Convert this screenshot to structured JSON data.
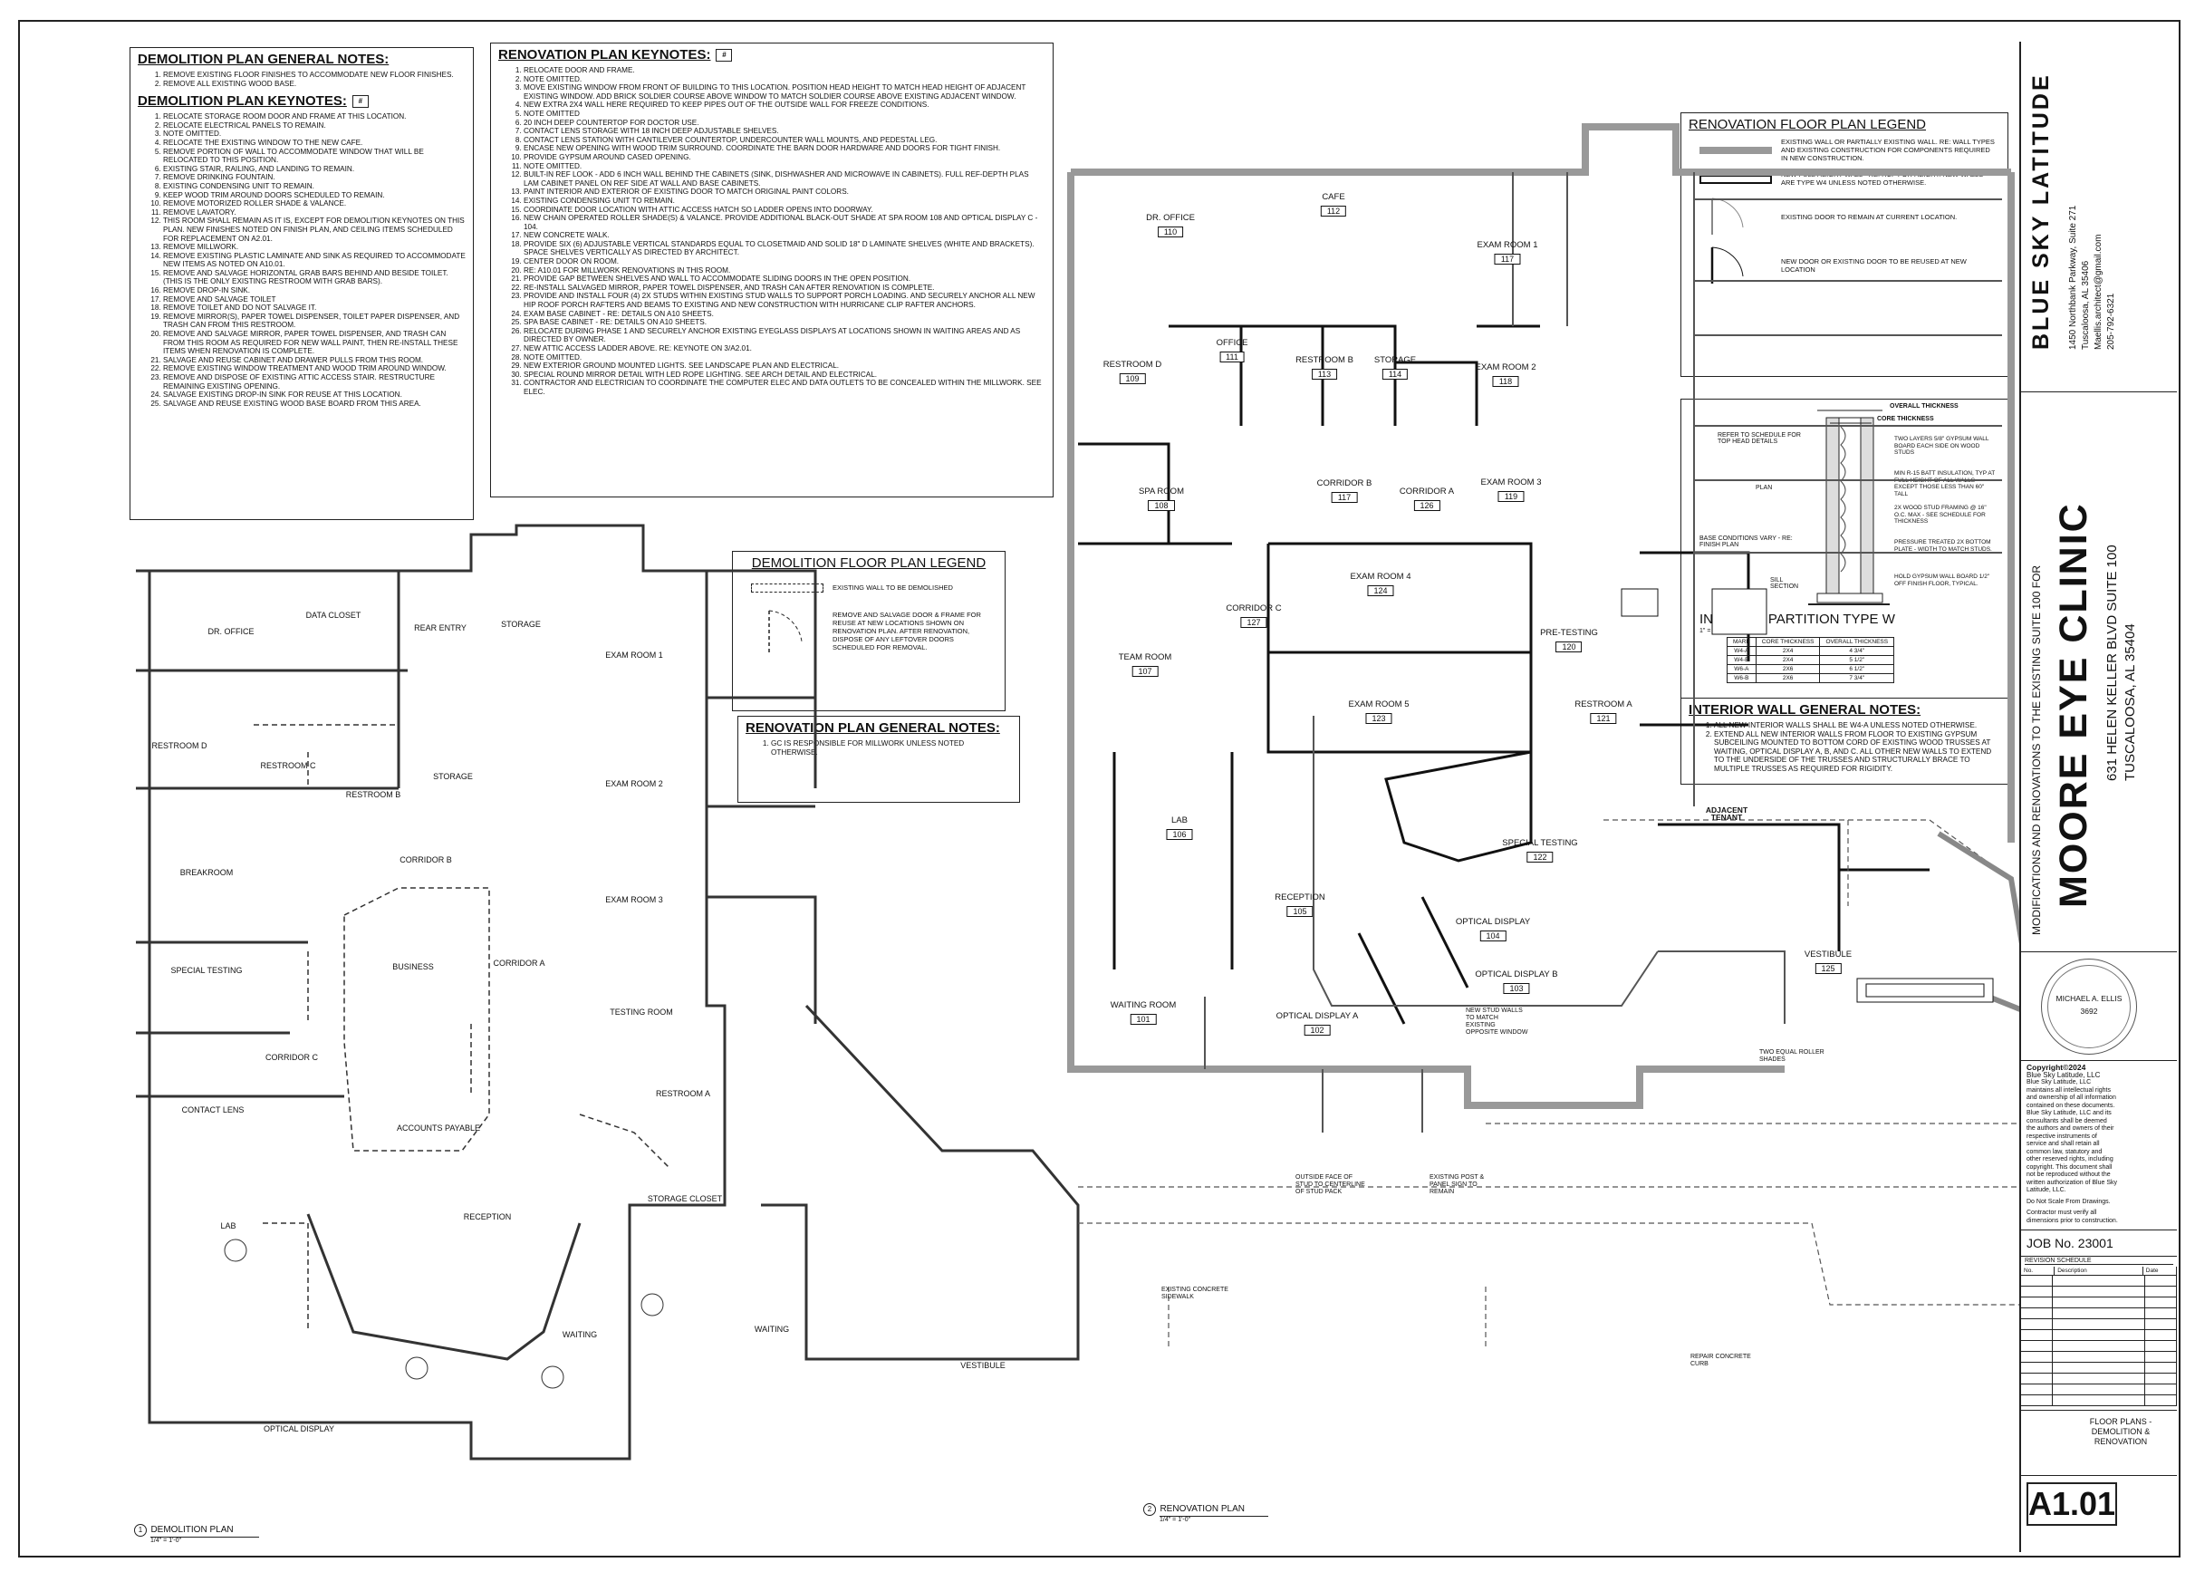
{
  "demolition_general_notes": {
    "title": "DEMOLITION PLAN GENERAL NOTES:",
    "items": [
      "REMOVE EXISTING FLOOR FINISHES TO ACCOMMODATE NEW FLOOR FINISHES.",
      "REMOVE ALL EXISTING WOOD BASE."
    ]
  },
  "demolition_keynotes": {
    "title": "DEMOLITION PLAN KEYNOTES:",
    "tag": "#",
    "items": [
      "RELOCATE STORAGE ROOM DOOR AND FRAME AT THIS LOCATION.",
      "RELOCATE ELECTRICAL PANELS TO REMAIN.",
      "NOTE OMITTED.",
      "RELOCATE THE EXISTING WINDOW TO THE NEW CAFE.",
      "REMOVE PORTION OF WALL TO ACCOMMODATE WINDOW THAT WILL BE RELOCATED TO THIS POSITION.",
      "EXISTING STAIR, RAILING, AND LANDING TO REMAIN.",
      "REMOVE DRINKING FOUNTAIN.",
      "EXISTING CONDENSING UNIT TO REMAIN.",
      "KEEP WOOD TRIM AROUND DOORS SCHEDULED TO REMAIN.",
      "REMOVE MOTORIZED ROLLER SHADE & VALANCE.",
      "REMOVE LAVATORY.",
      "THIS ROOM SHALL REMAIN AS IT IS, EXCEPT FOR DEMOLITION KEYNOTES ON THIS PLAN. NEW FINISHES NOTED ON FINISH PLAN, AND CEILING ITEMS SCHEDULED FOR REPLACEMENT ON A2.01.",
      "REMOVE MILLWORK.",
      "REMOVE EXISTING PLASTIC LAMINATE AND SINK AS REQUIRED TO ACCOMMODATE NEW ITEMS AS NOTED ON A10.01.",
      "REMOVE AND SALVAGE HORIZONTAL GRAB BARS BEHIND AND BESIDE TOILET. (THIS IS THE ONLY EXISTING RESTROOM WITH GRAB BARS).",
      "REMOVE DROP-IN SINK.",
      "REMOVE AND SALVAGE TOILET",
      "REMOVE TOILET AND DO NOT SALVAGE IT.",
      "REMOVE MIRROR(S), PAPER TOWEL DISPENSER, TOILET PAPER DISPENSER, AND TRASH CAN FROM THIS RESTROOM.",
      "REMOVE AND SALVAGE MIRROR, PAPER TOWEL DISPENSER, AND TRASH CAN FROM THIS ROOM AS REQUIRED FOR NEW WALL PAINT, THEN RE-INSTALL THESE ITEMS WHEN RENOVATION IS COMPLETE.",
      "SALVAGE AND REUSE CABINET AND DRAWER PULLS FROM THIS ROOM.",
      "REMOVE EXISTING WINDOW TREATMENT AND WOOD TRIM AROUND WINDOW.",
      "REMOVE AND DISPOSE OF EXISTING ATTIC ACCESS STAIR. RESTRUCTURE REMAINING EXISTING OPENING.",
      "SALVAGE EXISTING DROP-IN SINK FOR REUSE AT THIS LOCATION.",
      "SALVAGE AND REUSE EXISTING WOOD BASE BOARD FROM THIS AREA."
    ]
  },
  "renovation_keynotes": {
    "title": "RENOVATION PLAN KEYNOTES:",
    "tag": "#",
    "items": [
      "RELOCATE DOOR AND FRAME.",
      "NOTE OMITTED.",
      "MOVE EXISTING WINDOW FROM FRONT OF BUILDING TO THIS LOCATION. POSITION HEAD HEIGHT TO MATCH HEAD HEIGHT OF ADJACENT EXISTING WINDOW. ADD BRICK SOLDIER COURSE ABOVE WINDOW TO MATCH SOLDIER COURSE ABOVE EXISTING ADJACENT WINDOW.",
      "NEW EXTRA 2X4 WALL HERE REQUIRED TO KEEP PIPES OUT OF THE OUTSIDE WALL FOR FREEZE CONDITIONS.",
      "NOTE OMITTED",
      "20 INCH DEEP COUNTERTOP FOR DOCTOR USE.",
      "CONTACT LENS STORAGE WITH 18 INCH DEEP ADJUSTABLE SHELVES.",
      "CONTACT LENS STATION WITH CANTILEVER COUNTERTOP, UNDERCOUNTER WALL MOUNTS, AND PEDESTAL LEG.",
      "ENCASE NEW OPENING WITH WOOD TRIM SURROUND. COORDINATE THE BARN DOOR HARDWARE AND DOORS FOR TIGHT FINISH.",
      "PROVIDE GYPSUM AROUND CASED OPENING.",
      "NOTE OMITTED.",
      "BUILT-IN REF LOOK - ADD 6 INCH WALL BEHIND THE CABINETS (SINK, DISHWASHER AND MICROWAVE IN CABINETS). FULL REF-DEPTH PLAS LAM CABINET PANEL ON REF SIDE AT WALL AND BASE CABINETS.",
      "PAINT INTERIOR AND EXTERIOR OF EXISTING DOOR TO MATCH ORIGINAL PAINT COLORS.",
      "EXISTING CONDENSING UNIT TO REMAIN.",
      "COORDINATE DOOR LOCATION WITH ATTIC ACCESS HATCH SO LADDER OPENS INTO DOORWAY.",
      "NEW CHAIN OPERATED ROLLER SHADE(S) & VALANCE. PROVIDE ADDITIONAL BLACK-OUT SHADE AT SPA ROOM 108 AND OPTICAL DISPLAY C - 104.",
      "NEW CONCRETE WALK.",
      "PROVIDE SIX (6) ADJUSTABLE VERTICAL STANDARDS EQUAL TO CLOSETMAID AND SOLID 18\" D LAMINATE SHELVES (WHITE AND BRACKETS). SPACE SHELVES VERTICALLY AS DIRECTED BY ARCHITECT.",
      "CENTER DOOR ON ROOM.",
      "RE: A10.01 FOR MILLWORK RENOVATIONS IN THIS ROOM.",
      "PROVIDE GAP BETWEEN SHELVES AND WALL TO ACCOMMODATE SLIDING DOORS IN THE OPEN POSITION.",
      "RE-INSTALL SALVAGED MIRROR, PAPER TOWEL DISPENSER, AND TRASH CAN AFTER RENOVATION IS COMPLETE.",
      "PROVIDE AND INSTALL FOUR (4) 2X STUDS WITHIN EXISTING STUD WALLS TO SUPPORT PORCH LOADING. AND SECURELY ANCHOR ALL NEW HIP ROOF PORCH RAFTERS AND BEAMS TO EXISTING AND NEW CONSTRUCTION WITH HURRICANE CLIP RAFTER ANCHORS.",
      "EXAM BASE CABINET - RE: DETAILS ON A10 SHEETS.",
      "SPA BASE CABINET - RE: DETAILS ON A10 SHEETS.",
      "RELOCATE DURING PHASE 1 AND SECURELY ANCHOR EXISTING EYEGLASS DISPLAYS AT LOCATIONS SHOWN IN WAITING AREAS AND AS DIRECTED BY OWNER.",
      "NEW ATTIC ACCESS LADDER ABOVE. RE: KEYNOTE ON 3/A2.01.",
      "NOTE OMITTED.",
      "NEW EXTERIOR GROUND MOUNTED LIGHTS. SEE LANDSCAPE PLAN AND ELECTRICAL.",
      "SPECIAL ROUND MIRROR DETAIL WITH LED ROPE LIGHTING. SEE ARCH DETAIL AND ELECTRICAL.",
      "CONTRACTOR AND ELECTRICIAN TO COORDINATE THE COMPUTER ELEC AND DATA OUTLETS TO BE CONCEALED WITHIN THE MILLWORK. SEE ELEC."
    ]
  },
  "demolition_legend": {
    "title": "DEMOLITION FLOOR PLAN LEGEND",
    "rows": [
      "EXISTING WALL TO BE DEMOLISHED",
      "REMOVE AND SALVAGE DOOR & FRAME FOR REUSE AT NEW LOCATIONS SHOWN ON RENOVATION PLAN. AFTER RENOVATION, DISPOSE OF ANY LEFTOVER DOORS SCHEDULED FOR REMOVAL."
    ]
  },
  "renovation_general_notes": {
    "title": "RENOVATION PLAN GENERAL NOTES:",
    "items": [
      "GC IS RESPONSIBLE FOR MILLWORK UNLESS NOTED OTHERWISE."
    ]
  },
  "renovation_legend": {
    "title": "RENOVATION FLOOR PLAN LEGEND",
    "rows": [
      "EXISTING WALL OR PARTIALLY EXISTING WALL. RE: WALL TYPES AND EXISTING CONSTRUCTION FOR COMPONENTS REQUIRED IN NEW CONSTRUCTION.",
      "NEW FULL HEIGHT WALL - RE: RCP FOR HEIGHT. NEW WALLS ARE TYPE W4 UNLESS NOTED OTHERWISE.",
      "EXISTING DOOR TO REMAIN AT CURRENT LOCATION.",
      "NEW DOOR OR EXISTING DOOR TO BE REUSED AT NEW LOCATION"
    ]
  },
  "partition": {
    "title": "INTERIOR PARTITION TYPE W",
    "scale": "1\" = 1'-0\"",
    "labels_left": [
      "REFER TO SCHEDULE FOR TOP HEAD DETAILS",
      "PLAN",
      "BASE CONDITIONS VARY - RE: FINISH PLAN",
      "SILL SECTION"
    ],
    "labels_top": [
      "OVERALL THICKNESS",
      "CORE THICKNESS"
    ],
    "labels_right": [
      "TWO LAYERS 5/8\" GYPSUM WALL BOARD EACH SIDE ON WOOD STUDS",
      "MIN R-15 BATT INSULATION, TYP AT FULL HEIGHT OF ALL WALLS EXCEPT THOSE LESS THAN 60\" TALL",
      "2X WOOD STUD FRAMING @ 16\" O.C. MAX - SEE SCHEDULE FOR THICKNESS",
      "PRESSURE TREATED 2X BOTTOM PLATE - WIDTH TO MATCH STUDS.",
      "HOLD GYPSUM WALL BOARD 1/2\" OFF FINISH FLOOR, TYPICAL."
    ],
    "table_headers": [
      "MARK",
      "CORE THICKNESS",
      "OVERALL THICKNESS"
    ],
    "table_rows": [
      [
        "W4-A",
        "2X4",
        "4 3/4\""
      ],
      [
        "W4-B",
        "2X4",
        "5 1/2\""
      ],
      [
        "W6-A",
        "2X6",
        "6 1/2\""
      ],
      [
        "W6-B",
        "2X6",
        "7 3/4\""
      ]
    ]
  },
  "interior_wall_notes": {
    "title": "INTERIOR WALL GENERAL NOTES:",
    "items": [
      "ALL NEW INTERIOR WALLS SHALL BE W4-A UNLESS NOTED OTHERWISE.",
      "EXTEND ALL NEW INTERIOR WALLS FROM FLOOR TO EXISTING GYPSUM SUBCEILING MOUNTED TO BOTTOM CORD OF EXISTING WOOD TRUSSES AT WAITING, OPTICAL DISPLAY A, B, AND C. ALL OTHER NEW WALLS TO EXTEND TO THE UNDERSIDE OF THE TRUSSES AND STRUCTURALLY BRACE TO MULTIPLE TRUSSES AS REQUIRED FOR RIGIDITY."
    ]
  },
  "title_block": {
    "firm": "BLUE SKY LATITUDE",
    "firm_address": [
      "1450 Northbank Parkway, Suite 271",
      "Tuscaloosa, AL 35406",
      "Maellis.architect@gmail.com",
      "205-792-6321"
    ],
    "project_subtitle": "MODIFICATIONS AND RENOVATIONS TO THE EXISTING SUITE 100 FOR",
    "project": "MOORE EYE CLINIC",
    "project_address": [
      "631 HELEN KELLER BLVD SUITE 100",
      "TUSCALOOSA, AL 35404"
    ],
    "seal_name": "MICHAEL A. ELLIS",
    "seal_number": "3692",
    "copyright": "Copyright©2024",
    "copyright_firm": "Blue Sky Latitude, LLC",
    "copyright_text": "Blue Sky Latitude, LLC maintains all intellectual rights and ownership of all information contained on these documents. Blue Sky Latitude, LLC and its consultants shall be deemed the authors and owners of their respective instruments of service and shall retain all common law, statutory and other reserved rights, including copyright. This document shall not be reproduced without the written authorization of Blue Sky Latitude, LLC.",
    "no_scale": "Do Not Scale From Drawings.",
    "verify": "Contractor must verify all dimensions prior to construction.",
    "job": "JOB No. 23001",
    "revision_title": "REVISION SCHEDULE",
    "revision_headers": [
      "No.",
      "Description",
      "Date"
    ],
    "sheet_title": "FLOOR PLANS - DEMOLITION & RENOVATION",
    "sheet_number": "A1.01"
  },
  "demolition_plan": {
    "caption": "DEMOLITION PLAN",
    "scale": "1/4\" = 1'-0\"",
    "rooms": [
      "DR. OFFICE",
      "DATA CLOSET",
      "REAR ENTRY",
      "STORAGE",
      "EXAM ROOM 1",
      "RESTROOM D",
      "RESTROOM C",
      "RESTROOM B",
      "STORAGE",
      "EXAM ROOM 2",
      "BREAKROOM",
      "CORRIDOR B",
      "EXAM ROOM 3",
      "SPECIAL TESTING",
      "BUSINESS",
      "CORRIDOR A",
      "TESTING ROOM",
      "CORRIDOR C",
      "CONTACT LENS",
      "ACCOUNTS PAYABLE",
      "RESTROOM A",
      "STORAGE CLOSET",
      "RECEPTION",
      "LAB",
      "WAITING",
      "WAITING",
      "VESTIBULE",
      "OPTICAL DISPLAY"
    ]
  },
  "renovation_plan": {
    "caption": "RENOVATION PLAN",
    "scale": "1/4\" = 1'-0\"",
    "rooms": [
      {
        "name": "CAFE",
        "num": "112"
      },
      {
        "name": "DR. OFFICE",
        "num": "110"
      },
      {
        "name": "EXAM ROOM 1",
        "num": "117"
      },
      {
        "name": "OFFICE",
        "num": "111"
      },
      {
        "name": "RESTROOM B",
        "num": "113"
      },
      {
        "name": "STORAGE",
        "num": "114"
      },
      {
        "name": "EXAM ROOM 2",
        "num": "118"
      },
      {
        "name": "RESTROOM D",
        "num": "109"
      },
      {
        "name": "SPA ROOM",
        "num": "108"
      },
      {
        "name": "CORRIDOR B",
        "num": "117"
      },
      {
        "name": "CORRIDOR A",
        "num": "126"
      },
      {
        "name": "EXAM ROOM 3",
        "num": "119"
      },
      {
        "name": "EXAM ROOM 4",
        "num": "124"
      },
      {
        "name": "CORRIDOR C",
        "num": "127"
      },
      {
        "name": "TEAM ROOM",
        "num": "107"
      },
      {
        "name": "PRE-TESTING",
        "num": "120"
      },
      {
        "name": "EXAM ROOM 5",
        "num": "123"
      },
      {
        "name": "RESTROOM A",
        "num": "121"
      },
      {
        "name": "LAB",
        "num": "106"
      },
      {
        "name": "SPECIAL TESTING",
        "num": "122"
      },
      {
        "name": "RECEPTION",
        "num": "105"
      },
      {
        "name": "OPTICAL DISPLAY",
        "num": "104"
      },
      {
        "name": "VESTIBULE",
        "num": "125"
      },
      {
        "name": "OPTICAL DISPLAY B",
        "num": "103"
      },
      {
        "name": "WAITING ROOM",
        "num": "101"
      },
      {
        "name": "OPTICAL DISPLAY A",
        "num": "102"
      }
    ],
    "annotations": [
      "ADJACENT TENANT",
      "NEW STUD WALLS TO MATCH EXISTING OPPOSITE WINDOW",
      "TWO EQUAL ROLLER SHADES",
      "OUTSIDE FACE OF STUD TO CENTERLINE OF STUD PACK",
      "EXISTING POST & PANEL SIGN TO REMAIN",
      "EXISTING CONCRETE SIDEWALK",
      "REPAIR CONCRETE CURB"
    ]
  }
}
